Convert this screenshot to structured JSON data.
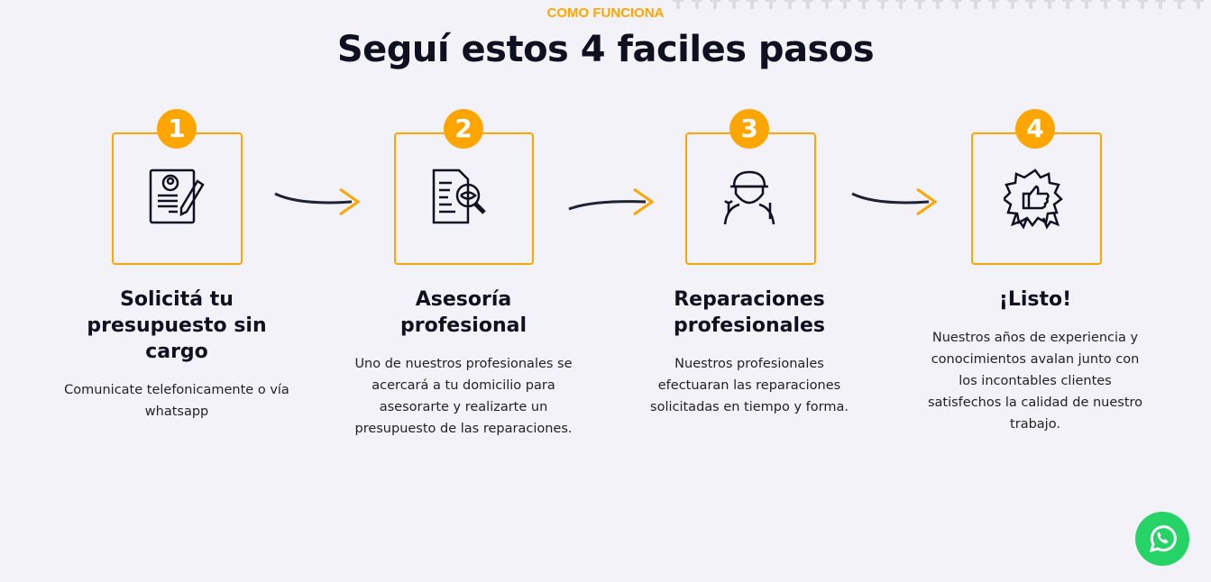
{
  "section": {
    "kicker": "COMO FUNCIONA",
    "title": "Seguí estos 4 faciles pasos"
  },
  "steps": [
    {
      "number": "1",
      "icon": "document-edit-icon",
      "title": "Solicitá tu presupuesto sin cargo",
      "description": "Comunicate telefonicamente o vía whatsapp"
    },
    {
      "number": "2",
      "icon": "document-search-icon",
      "title": "Asesoría profesional",
      "description": "Uno de nuestros profesionales se acercará a tu domicilio para asesorarte y realizarte un presupuesto de las reparaciones."
    },
    {
      "number": "3",
      "icon": "worker-icon",
      "title": "Reparaciones profesionales",
      "description": "Nuestros profesionales efectuaran las reparaciones solicitadas en tiempo y forma."
    },
    {
      "number": "4",
      "icon": "thumbs-up-badge-icon",
      "title": "¡Listo!",
      "description": "Nuestros años de experiencia y conocimientos avalan junto con los incontables clientes satisfechos la calidad de nuestro trabajo."
    }
  ],
  "colors": {
    "accent": "#fea500",
    "whatsapp": "#25d366"
  }
}
